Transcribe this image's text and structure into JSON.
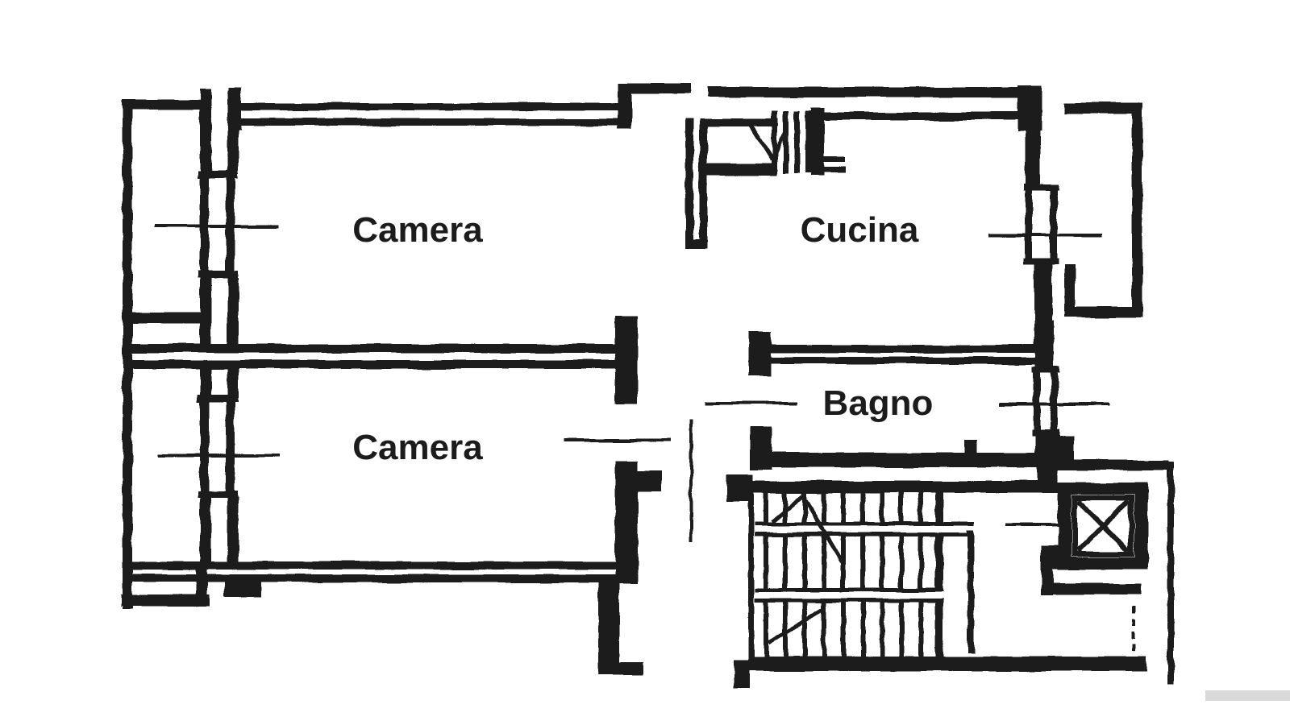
{
  "document": {
    "type": "architectural-floor-plan",
    "style": "scanned black-ink apartment plan on white paper"
  },
  "colors": {
    "ink": "#1f1f1f",
    "paper": "#ffffff",
    "smudge": "#b9b9b9"
  },
  "rooms": [
    {
      "id": "camera-top",
      "label": "Camera"
    },
    {
      "id": "cucina",
      "label": "Cucina"
    },
    {
      "id": "camera-bottom",
      "label": "Camera"
    },
    {
      "id": "bagno",
      "label": "Bagno"
    }
  ],
  "features": {
    "staircase_main": "dual-flight building staircase with treads and travel lines",
    "entry_steps": "small hatched entry steps at top landing",
    "elevator": "elevator shaft square marked with X",
    "balconies": "balcony strip on left, balcony on upper right",
    "windows": "double-line windows with long sill lines",
    "doors": "thin open door-leaf lines"
  }
}
